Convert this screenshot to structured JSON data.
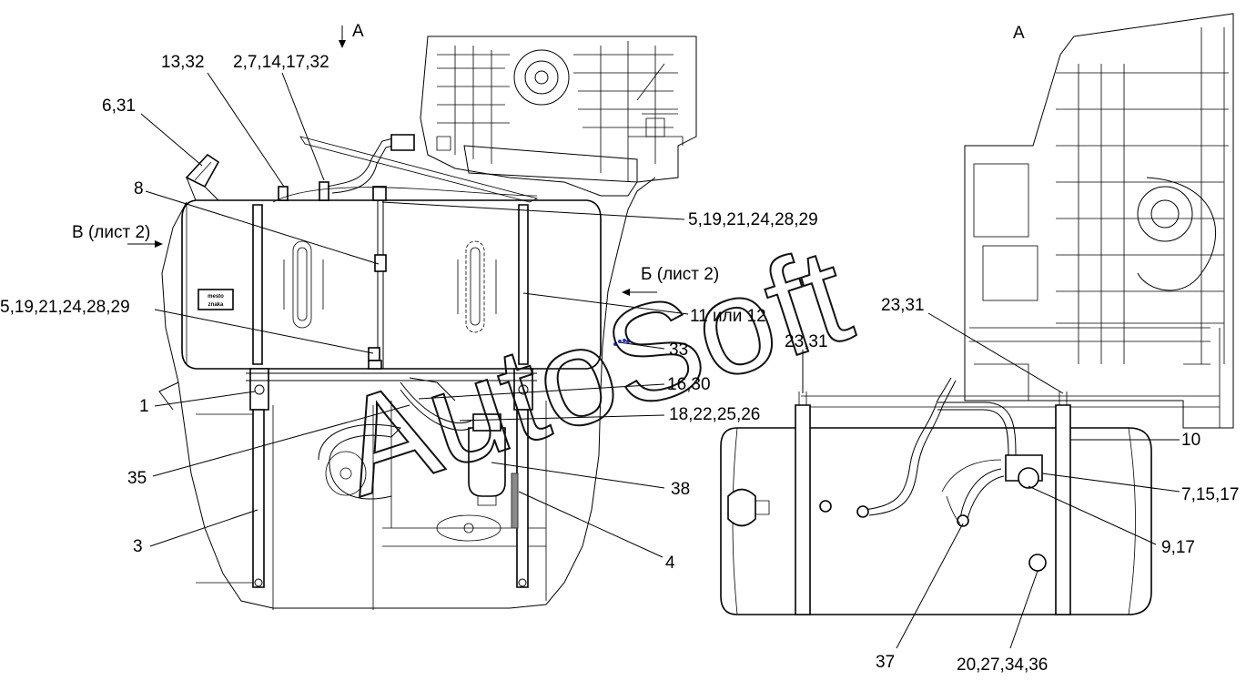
{
  "view_a_label": "А",
  "arrow_a_label": "А",
  "arrow_v_label": "В (лист 2)",
  "arrow_b_label": "Б (лист 2)",
  "watermark": "AutoSoft",
  "badge_text": [
    "mesto",
    "znaka"
  ],
  "callouts": {
    "c1": "13,32",
    "c2": "2,7,14,17,32",
    "c3": "6,31",
    "c4": "8",
    "c5": "5,19,21,24,28,29",
    "c6": "5,19,21,24,28,29",
    "c7": "11 или 12",
    "c8": "33",
    "c9": "1",
    "c10": "16,30",
    "c11": "18,22,25,26",
    "c12": "35",
    "c13": "38",
    "c14": "3",
    "c15": "4",
    "c16": "23,31",
    "c17": "23,31",
    "c18": "10",
    "c19": "7,15,17",
    "c20": "9,17",
    "c21": "37",
    "c22": "20,27,34,36"
  },
  "colors": {
    "line": "#000000",
    "marker": "#2233cc",
    "background": "#ffffff"
  }
}
